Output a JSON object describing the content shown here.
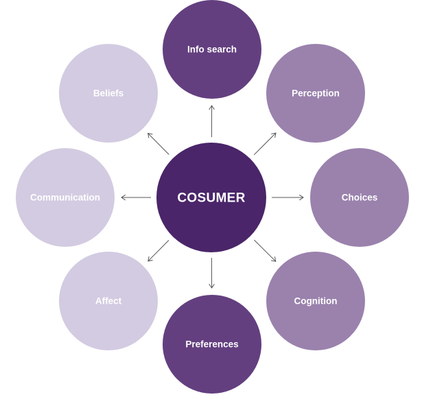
{
  "diagram": {
    "type": "hub-and-spoke",
    "center": {
      "label": "COSUMER",
      "color": "#4a2569"
    },
    "nodes": [
      {
        "id": "info-search",
        "label": "Info search",
        "color": "#633f7f"
      },
      {
        "id": "perception",
        "label": "Perception",
        "color": "#9a82ad"
      },
      {
        "id": "choices",
        "label": "Choices",
        "color": "#9a82ad"
      },
      {
        "id": "cognition",
        "label": "Cognition",
        "color": "#9a82ad"
      },
      {
        "id": "preferences",
        "label": "Preferences",
        "color": "#633f7f"
      },
      {
        "id": "affect",
        "label": "Affect",
        "color": "#d3cbe1"
      },
      {
        "id": "communication",
        "label": "Communication",
        "color": "#d3cbe1"
      },
      {
        "id": "beliefs",
        "label": "Beliefs",
        "color": "#d3cbe1"
      }
    ],
    "edges": [
      {
        "from": "center",
        "to": "info-search",
        "direction": "outward"
      },
      {
        "from": "center",
        "to": "perception",
        "direction": "outward"
      },
      {
        "from": "center",
        "to": "choices",
        "direction": "outward"
      },
      {
        "from": "center",
        "to": "cognition",
        "direction": "outward"
      },
      {
        "from": "center",
        "to": "preferences",
        "direction": "outward"
      },
      {
        "from": "center",
        "to": "affect",
        "direction": "outward"
      },
      {
        "from": "center",
        "to": "communication",
        "direction": "outward"
      },
      {
        "from": "center",
        "to": "beliefs",
        "direction": "outward"
      }
    ]
  }
}
